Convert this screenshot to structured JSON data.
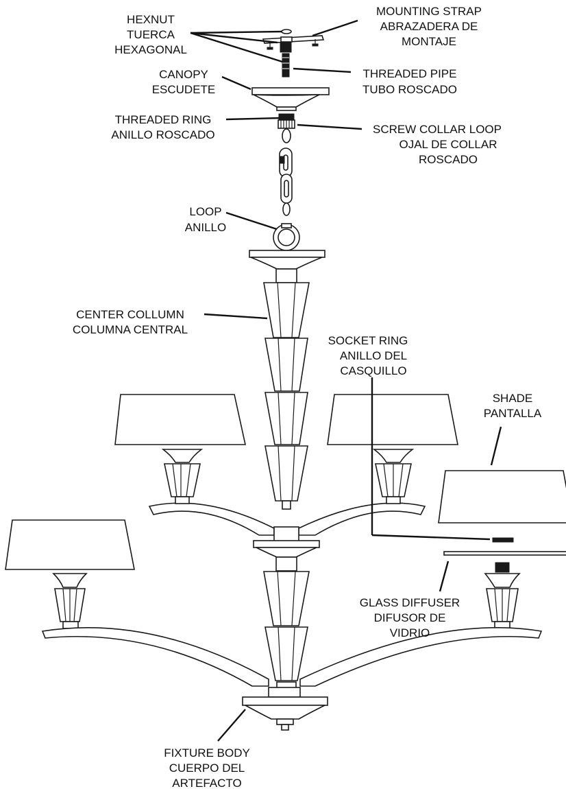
{
  "labels": {
    "hexnut": [
      "HEXNUT",
      "TUERCA",
      "HEXAGONAL"
    ],
    "mounting_strap": [
      "MOUNTING STRAP",
      "ABRAZADERA DE",
      "MONTAJE"
    ],
    "canopy": [
      "CANOPY",
      "ESCUDETE"
    ],
    "threaded_pipe": [
      "THREADED PIPE",
      "TUBO ROSCADO"
    ],
    "threaded_ring": [
      "THREADED RING",
      "ANILLO ROSCADO"
    ],
    "screw_collar_loop": [
      "SCREW COLLAR LOOP",
      "OJAL DE COLLAR",
      "ROSCADO"
    ],
    "loop": [
      "LOOP",
      "ANILLO"
    ],
    "center_column": [
      "CENTER COLLUMN",
      "COLUMNA CENTRAL"
    ],
    "socket_ring": [
      "SOCKET RING",
      "ANILLO DEL",
      "CASQUILLO"
    ],
    "shade": [
      "SHADE",
      "PANTALLA"
    ],
    "glass_diffuser": [
      "GLASS DIFFUSER",
      "DIFUSOR DE",
      "VIDRIO"
    ],
    "fixture_body": [
      "FIXTURE BODY",
      "CUERPO DEL",
      "ARTEFACTO"
    ]
  }
}
